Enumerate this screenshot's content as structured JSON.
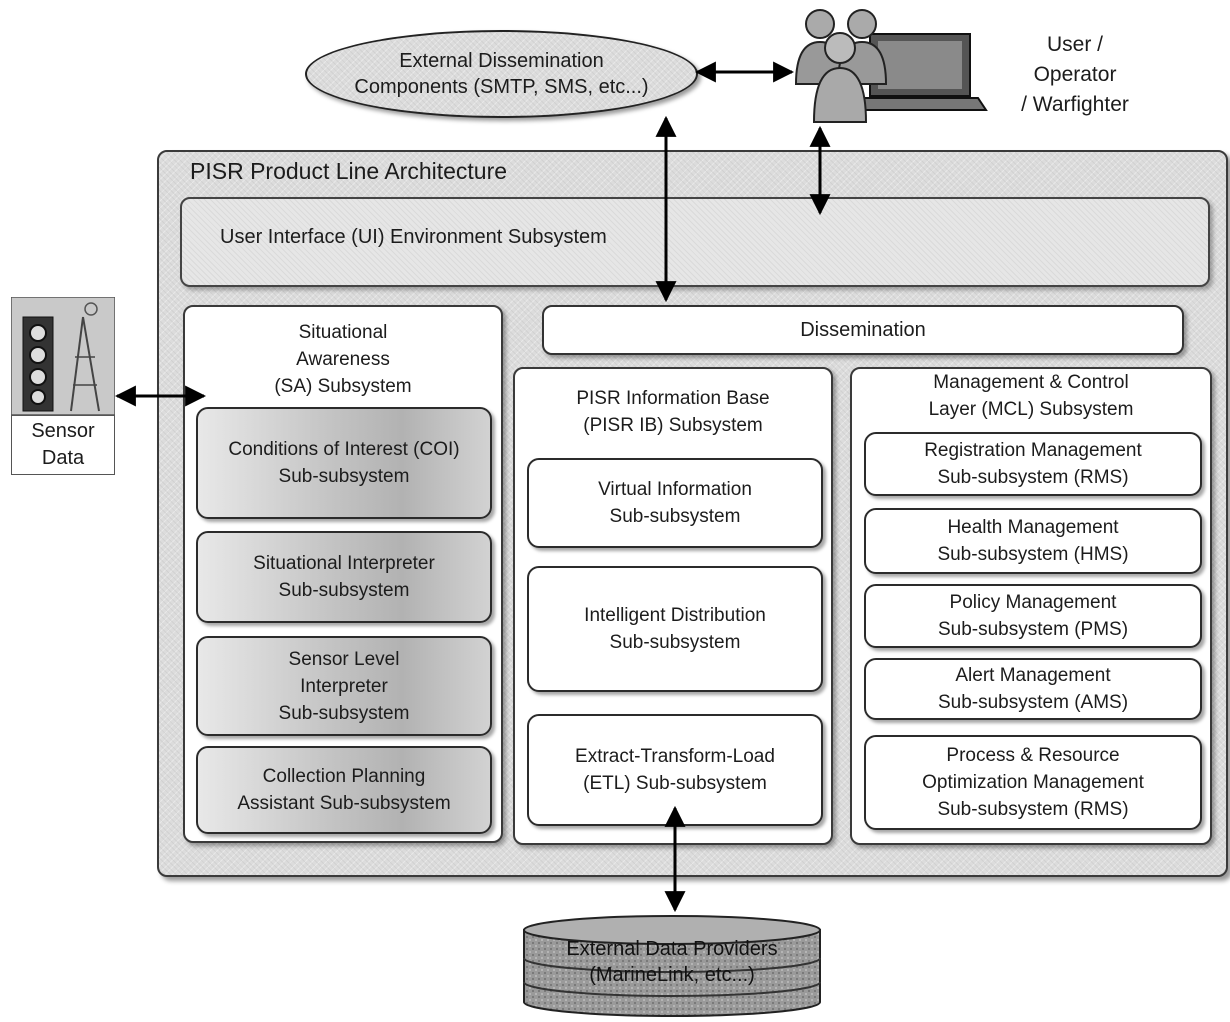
{
  "external_dissemination": "External Dissemination\nComponents (SMTP, SMS, etc...)",
  "user_label": "User /\nOperator\n/ Warfighter",
  "architecture_title": "PISR Product Line Architecture",
  "ui_environment": "User Interface (UI) Environment Subsystem",
  "sensor_data": "Sensor\nData",
  "dissemination": "Dissemination",
  "sa_subsystem": {
    "title": "Situational\nAwareness\n(SA) Subsystem",
    "items": [
      "Conditions of Interest (COI)\nSub-subsystem",
      "Situational Interpreter\nSub-subsystem",
      "Sensor Level\nInterpreter\nSub-subsystem",
      "Collection Planning\nAssistant Sub-subsystem"
    ]
  },
  "pisr_ib": {
    "title": "PISR Information Base\n(PISR IB) Subsystem",
    "items": [
      "Virtual Information\nSub-subsystem",
      "Intelligent Distribution\nSub-subsystem",
      "Extract-Transform-Load\n(ETL) Sub-subsystem"
    ]
  },
  "mcl": {
    "title": "Management & Control\nLayer (MCL) Subsystem",
    "items": [
      "Registration Management\nSub-subsystem (RMS)",
      "Health Management\nSub-subsystem (HMS)",
      "Policy Management\nSub-subsystem (PMS)",
      "Alert Management\nSub-subsystem (AMS)",
      "Process & Resource\nOptimization Management\nSub-subsystem (RMS)"
    ]
  },
  "external_data_providers": "External Data Providers\n(MarineLink, etc...)",
  "icons": [
    "users-laptop-icon",
    "sensor-tower-icon",
    "database-cylinder-icon"
  ]
}
